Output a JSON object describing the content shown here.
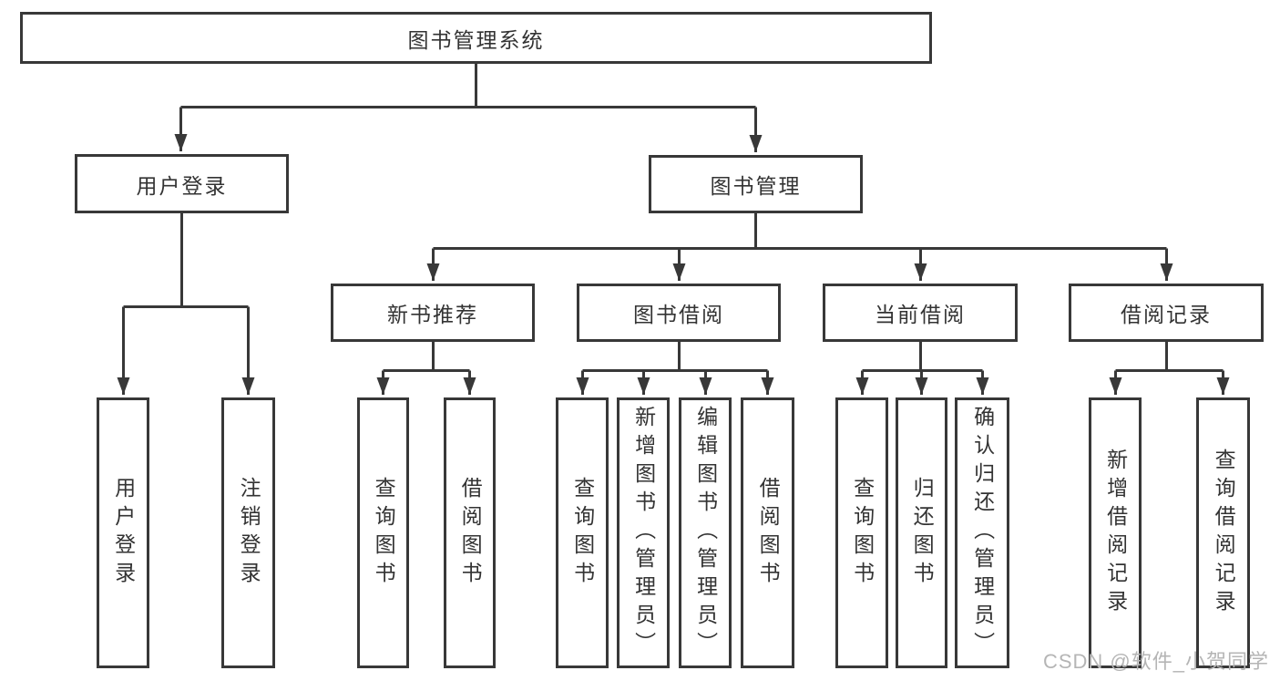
{
  "diagram": {
    "root": {
      "label": "图书管理系统"
    },
    "user_login": {
      "label": "用户登录",
      "children": [
        {
          "label": "用户登录"
        },
        {
          "label": "注销登录"
        }
      ]
    },
    "book_management": {
      "label": "图书管理",
      "modules": [
        {
          "label": "新书推荐",
          "children": [
            {
              "label": "查询图书"
            },
            {
              "label": "借阅图书"
            }
          ]
        },
        {
          "label": "图书借阅",
          "children": [
            {
              "label": "查询图书"
            },
            {
              "label": "新增图书（管理员）"
            },
            {
              "label": "编辑图书（管理员）"
            },
            {
              "label": "借阅图书"
            }
          ]
        },
        {
          "label": "当前借阅",
          "children": [
            {
              "label": "查询图书"
            },
            {
              "label": "归还图书"
            },
            {
              "label": "确认归还（管理员）"
            }
          ]
        },
        {
          "label": "借阅记录",
          "children": [
            {
              "label": "新增借阅记录"
            },
            {
              "label": "查询借阅记录"
            }
          ]
        }
      ]
    }
  },
  "watermark": {
    "text": "CSDN @软件_小贺同学"
  },
  "colors": {
    "line": "#383838",
    "text": "#333333",
    "watermark": "#b5b5b5",
    "background": "#ffffff"
  }
}
